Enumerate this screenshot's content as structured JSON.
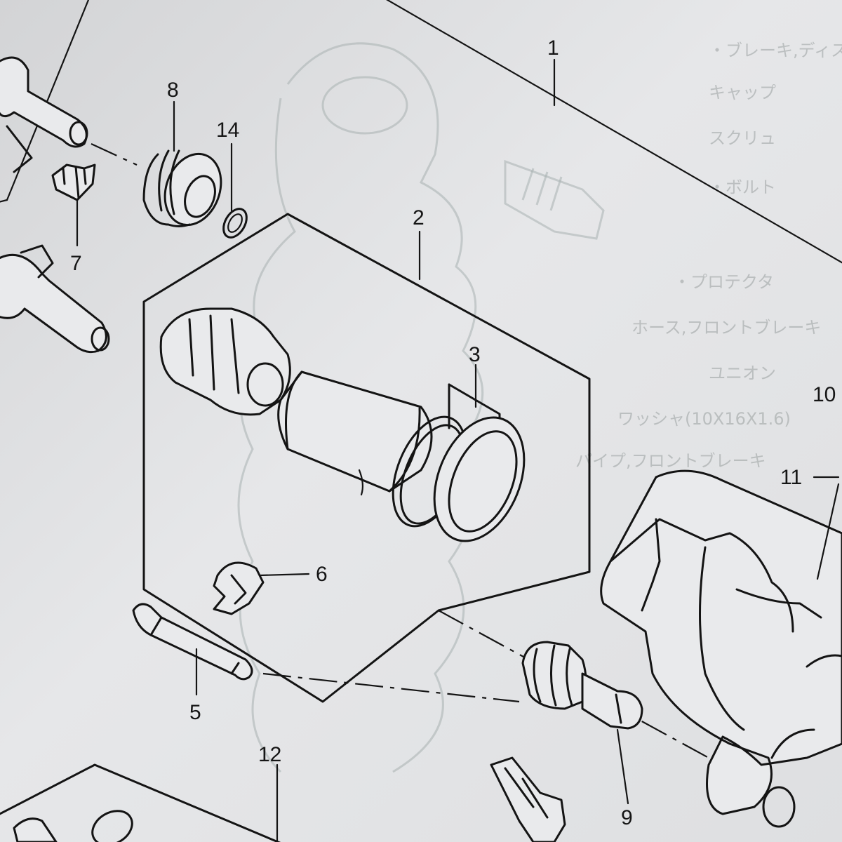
{
  "callouts": {
    "c1": "1",
    "c2": "2",
    "c3": "3",
    "c5": "5",
    "c6": "6",
    "c7": "7",
    "c8": "8",
    "c9": "9",
    "c10": "10",
    "c11": "11",
    "c12": "12",
    "c14": "14"
  },
  "bleed_through_text": [
    "・ブレーキ,ディスクブレ",
    "キャップ",
    "スクリュ",
    "・ボルト",
    "・プロテクタ",
    "ホース,フロントブレーキ",
    "ユニオン",
    "ワッシャ(10X16X1.6)",
    "パイプ,フロントブレーキ"
  ],
  "colors": {
    "paper": "#e2e3e5",
    "ink": "#141414",
    "bleed": "#a7b0b0"
  }
}
